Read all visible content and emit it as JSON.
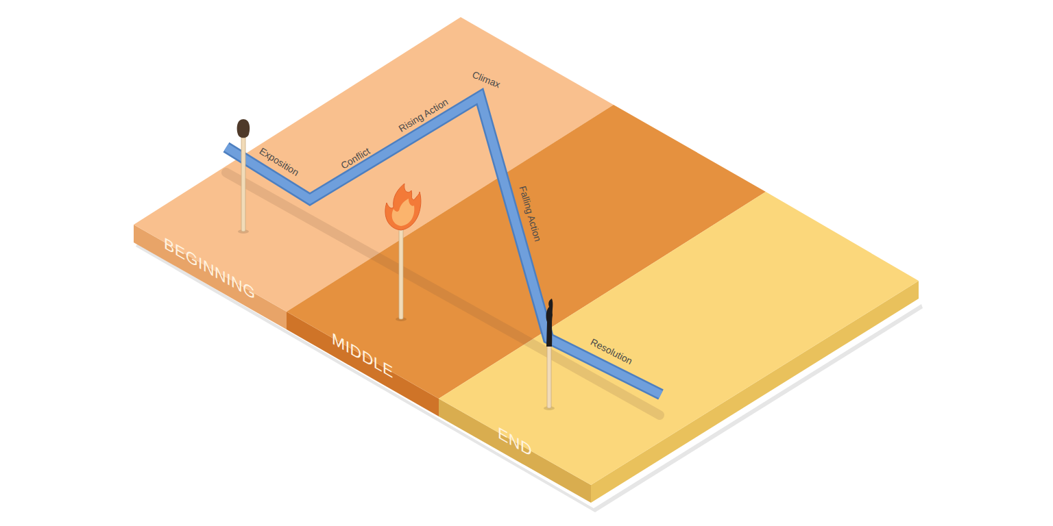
{
  "diagram": {
    "labels": [
      "BEGINNING",
      "MIDDLE",
      "END",
      "Exposition",
      "Conflict",
      "Rising Action",
      "Climax",
      "Falling Action",
      "Resolution"
    ]
  }
}
